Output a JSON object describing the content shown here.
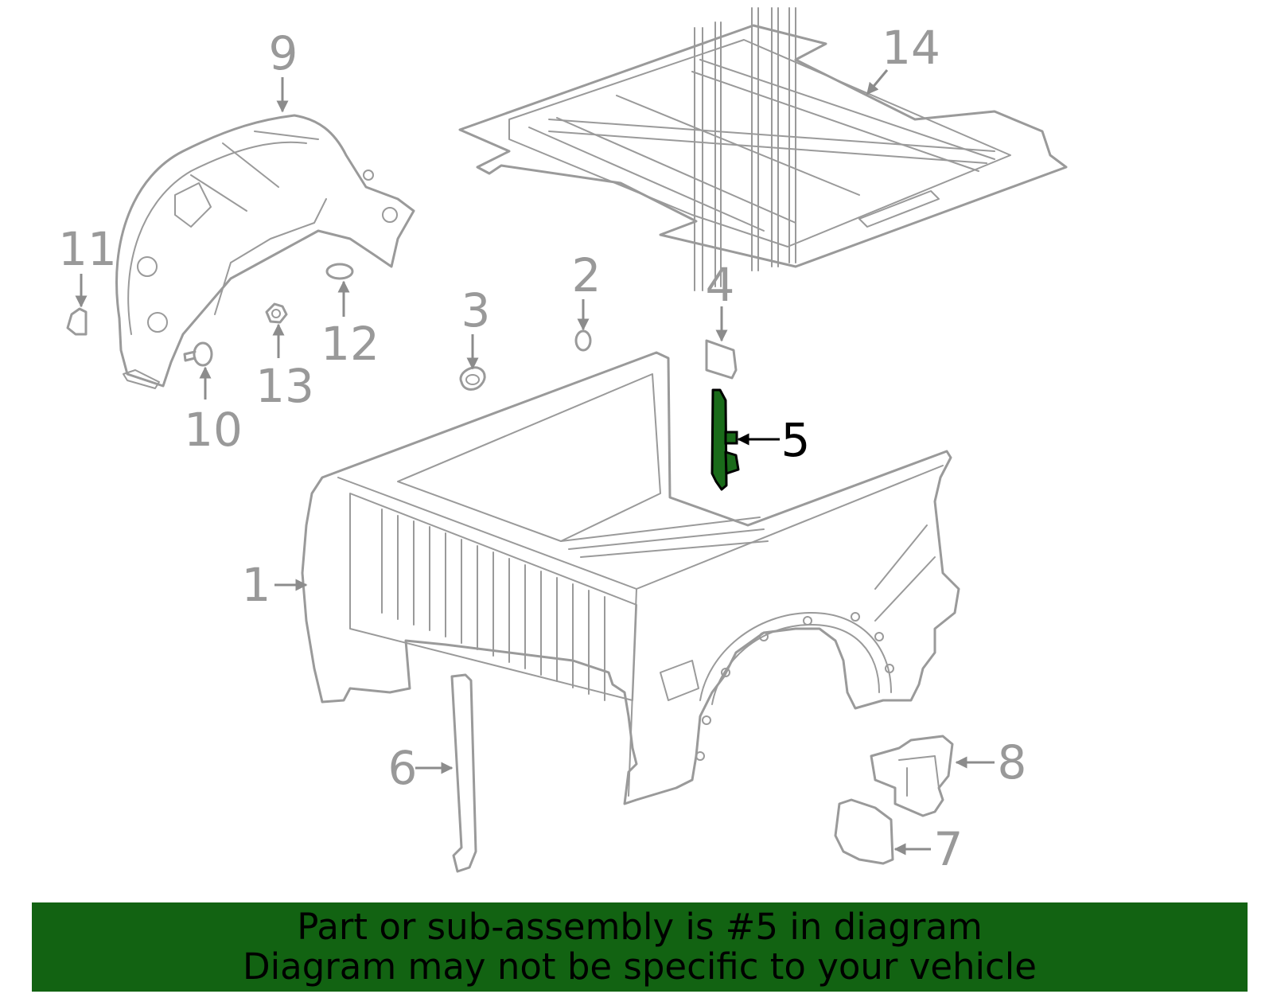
{
  "diagram": {
    "callouts": [
      {
        "num": "1",
        "highlighted": false
      },
      {
        "num": "2",
        "highlighted": false
      },
      {
        "num": "3",
        "highlighted": false
      },
      {
        "num": "4",
        "highlighted": false
      },
      {
        "num": "5",
        "highlighted": true
      },
      {
        "num": "6",
        "highlighted": false
      },
      {
        "num": "7",
        "highlighted": false
      },
      {
        "num": "8",
        "highlighted": false
      },
      {
        "num": "9",
        "highlighted": false
      },
      {
        "num": "10",
        "highlighted": false
      },
      {
        "num": "11",
        "highlighted": false
      },
      {
        "num": "12",
        "highlighted": false
      },
      {
        "num": "13",
        "highlighted": false
      },
      {
        "num": "14",
        "highlighted": false
      }
    ],
    "colors": {
      "line_art": "#9a9a9a",
      "highlight_fill": "#1a6b1a",
      "banner_bg": "#126312",
      "text": "#000000"
    }
  },
  "banner": {
    "line1": "Part or sub-assembly is #5 in diagram",
    "line2": "Diagram may not be specific to your vehicle"
  }
}
